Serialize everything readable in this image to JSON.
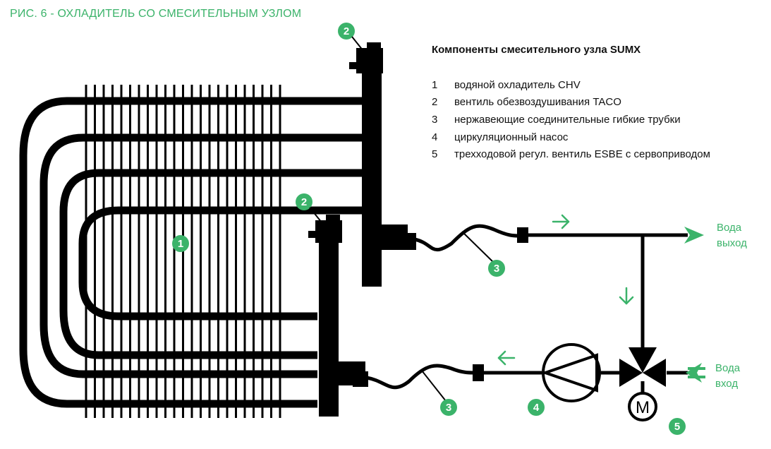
{
  "figure_title": "РИС. 6 - ОХЛАДИТЕЛЬ СО СМЕСИТЕЛЬНЫМ УЗЛОМ",
  "legend": {
    "heading": "Компоненты смесительного узла SUMX",
    "items": [
      {
        "num": "1",
        "text": "водяной охладитель CHV"
      },
      {
        "num": "2",
        "text": "вентиль обезвоздушивания TACO"
      },
      {
        "num": "3",
        "text": "нержавеющие соединительные гибкие трубки"
      },
      {
        "num": "4",
        "text": "циркуляционный насос"
      },
      {
        "num": "5",
        "text": "трехходовой регул. вентиль ESBE с сервоприводом"
      }
    ]
  },
  "labels": {
    "water_out_line1": "Вода",
    "water_out_line2": "выход",
    "water_in_line1": "Вода",
    "water_in_line2": "вход",
    "motor": "M"
  },
  "badges": {
    "cooler": "1",
    "vent_top": "2",
    "vent_bottom": "2",
    "hose_top": "3",
    "hose_bottom": "3",
    "pump": "4",
    "valve": "5"
  },
  "colors": {
    "accent": "#3bb36a",
    "line": "#000000"
  }
}
